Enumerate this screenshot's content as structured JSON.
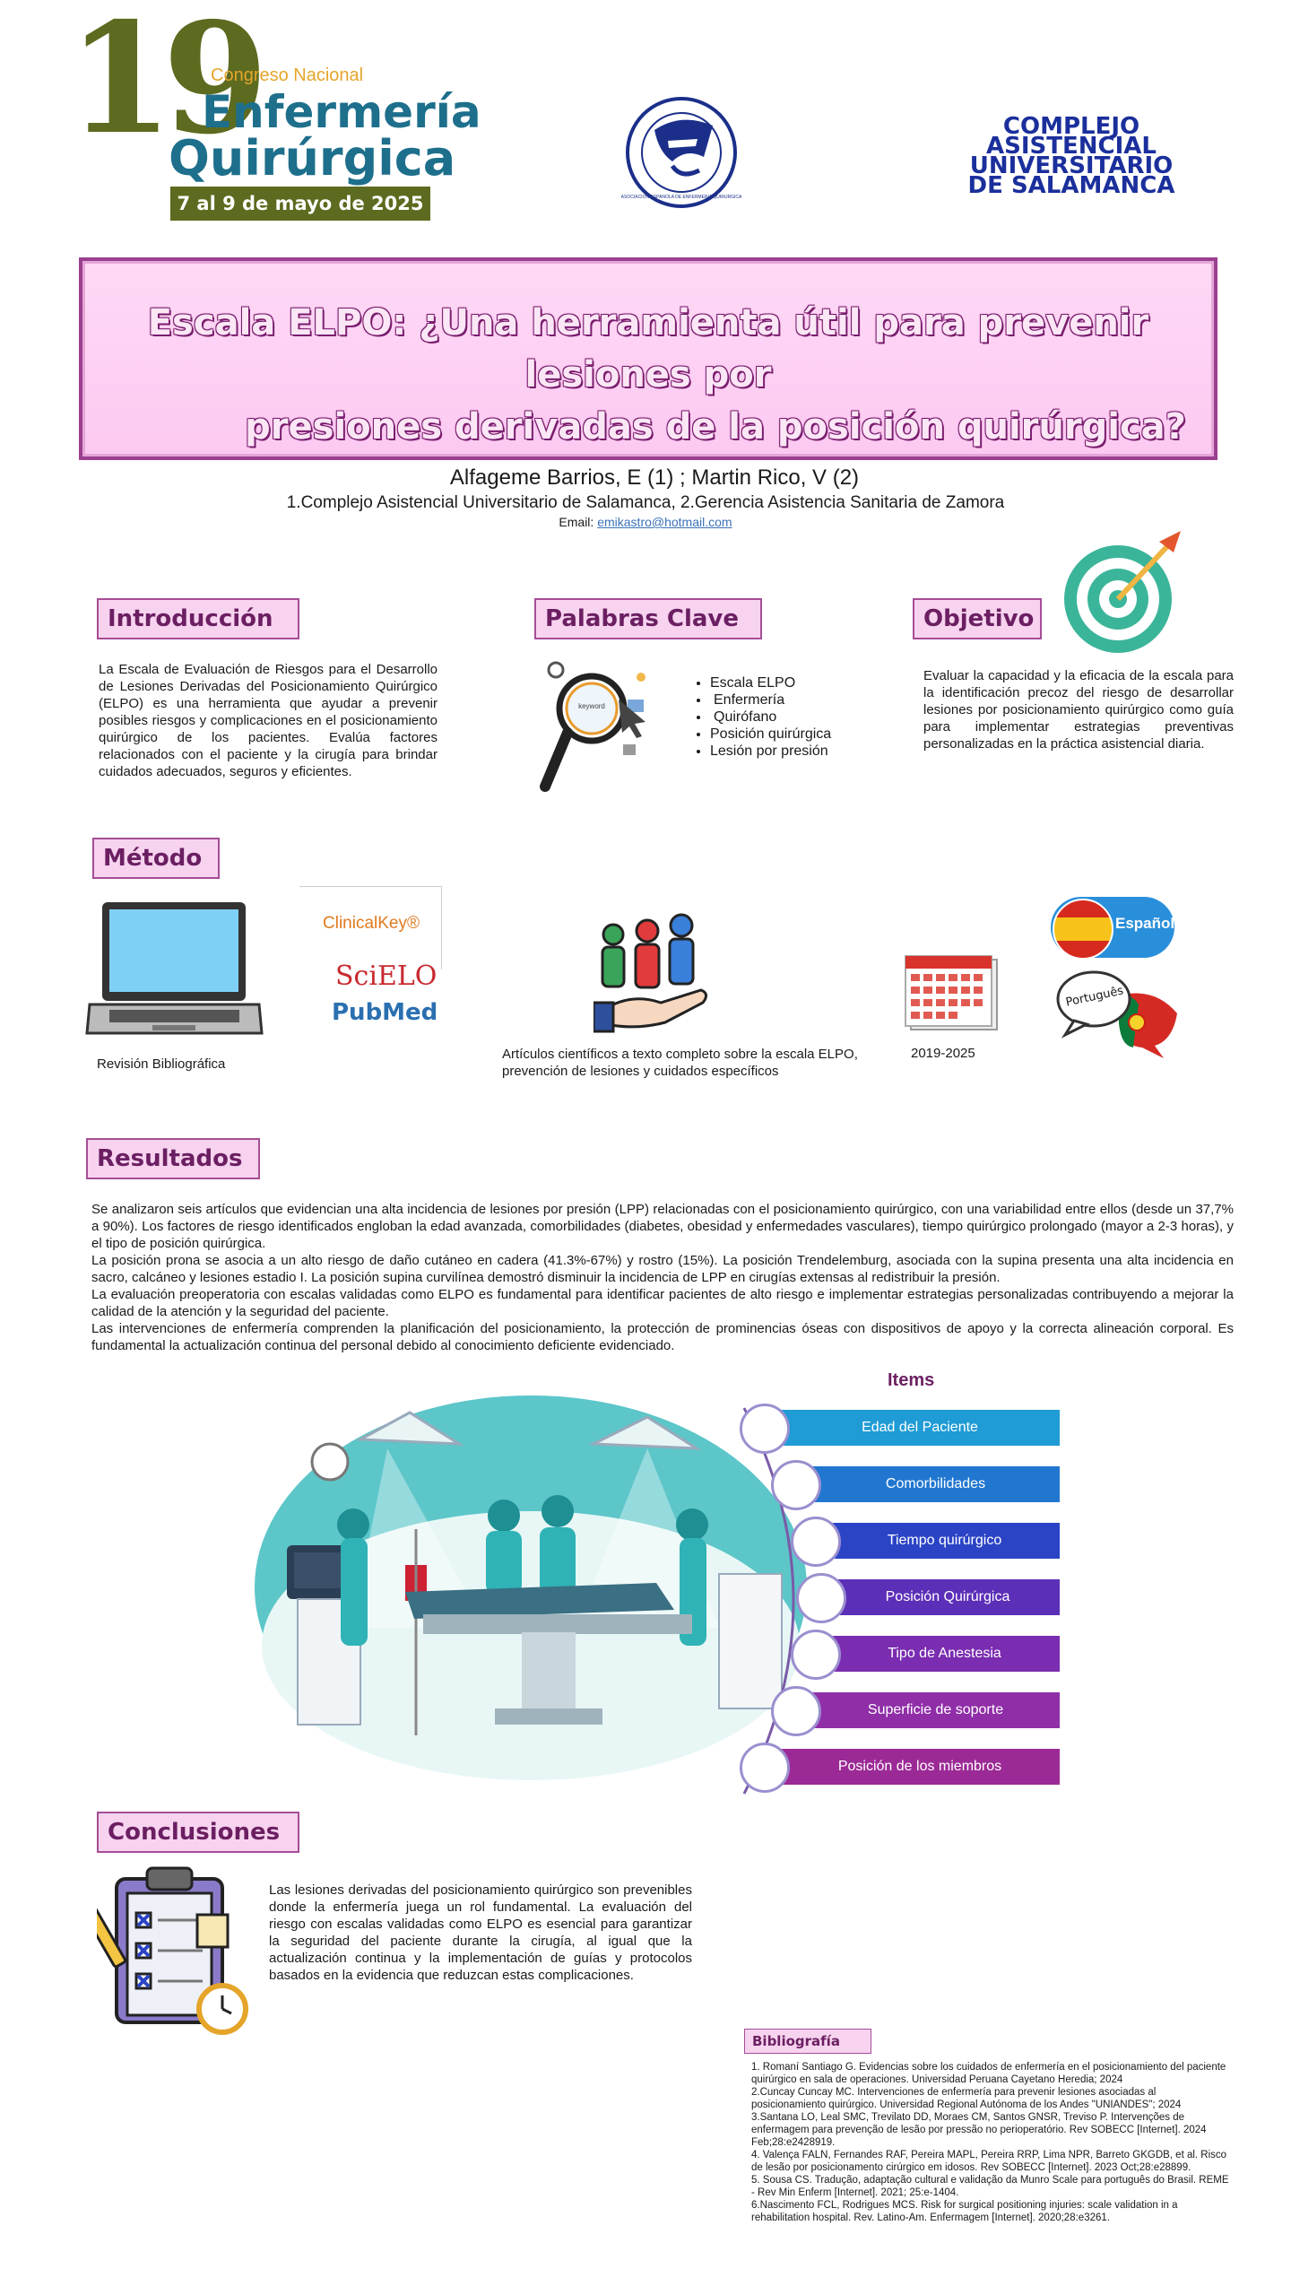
{
  "header": {
    "congress_number": "19",
    "congress_label": "Congreso Nacional",
    "congress_name_line1": "Enfermería",
    "congress_name_line2": "Quirúrgica",
    "congress_dates": "7 al 9 de mayo de 2025",
    "association_seal": "ASOCIACIÓN ESPAÑOLA DE ENFERMERÍA QUIRÚRGICA",
    "hospital_logo_lines": [
      "COMPLEJO",
      "ASISTENCIAL",
      "UNIVERSITARIO",
      "DE SALAMANCA"
    ]
  },
  "title": {
    "line1": "Escala ELPO: ¿Una herramienta útil para prevenir lesiones por",
    "line2": "presiones derivadas de la posición quirúrgica?"
  },
  "authors": {
    "names": "Alfageme Barrios, E (1) ; Martin Rico, V (2)",
    "affiliations": "1.Complejo Asistencial Universitario de Salamanca, 2.Gerencia Asistencia Sanitaria de Zamora",
    "email_label": "Email:",
    "email": "emikastro@hotmail.com"
  },
  "introduccion": {
    "heading": "Introducción",
    "text": "La Escala de Evaluación de Riesgos para el Desarrollo de Lesiones Derivadas del Posicionamiento Quirúrgico (ELPO) es una herramienta que ayudar a prevenir posibles riesgos y complicaciones en el posicionamiento quirúrgico de los pacientes. Evalúa factores relacionados con el paciente y la cirugía para brindar cuidados adecuados, seguros y eficientes."
  },
  "palabras_clave": {
    "heading": "Palabras Clave",
    "items": [
      "Escala ELPO",
      "Enfermería",
      "Quirófano",
      "Posición quirúrgica",
      "Lesión por presión"
    ],
    "icon_text": "keyword"
  },
  "objetivo": {
    "heading": "Objetivo",
    "text": "Evaluar la capacidad y la eficacia de la escala para la identificación precoz del riesgo de desarrollar lesiones por posicionamiento quirúrgico como guía para implementar estrategias preventivas personalizadas en la práctica asistencial diaria."
  },
  "metodo": {
    "heading": "Método",
    "revision": "Revisión Bibliográfica",
    "databases": [
      "ClinicalKey®",
      "SciELO",
      "PubMed"
    ],
    "articulos": "Artículos científicos a texto completo sobre la escala ELPO, prevención de lesiones y cuidados específicos",
    "years": "2019-2025",
    "lang_es": "Español",
    "lang_pt": "Português"
  },
  "resultados": {
    "heading": "Resultados",
    "paragraphs": [
      "Se analizaron seis artículos que evidencian una alta incidencia de lesiones por presión (LPP) relacionadas con el posicionamiento quirúrgico, con una variabilidad entre ellos (desde un 37,7% a 90%). Los factores de riesgo identificados engloban la edad avanzada, comorbilidades (diabetes, obesidad y enfermedades vasculares), tiempo quirúrgico prolongado (mayor a 2-3 horas), y el tipo de posición quirúrgica.",
      "La posición prona se asocia a un alto riesgo de daño cutáneo en cadera (41.3%-67%) y rostro (15%). La posición Trendelemburg, asociada con la supina presenta una alta incidencia en sacro, calcáneo y lesiones estadio I. La posición supina curvilínea demostró disminuir la incidencia de LPP en cirugías extensas al redistribuir la presión.",
      "La evaluación preoperatoria con escalas validadas como ELPO es fundamental para identificar pacientes de alto riesgo e implementar estrategias personalizadas contribuyendo a mejorar la calidad de la atención y la seguridad del paciente.",
      "Las intervenciones de enfermería comprenden la planificación del posicionamiento, la protección de prominencias óseas con dispositivos de apoyo y la correcta alineación corporal. Es fundamental la actualización continua del personal debido al conocimiento deficiente evidenciado."
    ],
    "items_title": "Items",
    "items": [
      {
        "label": "Edad del Paciente",
        "color": "#1f9bd6"
      },
      {
        "label": "Comorbilidades",
        "color": "#2177cf"
      },
      {
        "label": "Tiempo quirúrgico",
        "color": "#2b44c6"
      },
      {
        "label": "Posición Quirúrgica",
        "color": "#5c2fb8"
      },
      {
        "label": "Tipo de Anestesia",
        "color": "#7a2db0"
      },
      {
        "label": "Superficie de soporte",
        "color": "#902ea8"
      },
      {
        "label": "Posición de los miembros",
        "color": "#9c2a96"
      }
    ]
  },
  "conclusiones": {
    "heading": "Conclusiones",
    "text": "Las lesiones derivadas del posicionamiento quirúrgico son prevenibles donde la enfermería juega un rol fundamental. La evaluación del riesgo con escalas validadas como ELPO es esencial para garantizar la seguridad del paciente durante la cirugía, al igual que la actualización continua y la implementación de guías y protocolos basados en la evidencia que reduzcan estas complicaciones."
  },
  "bibliografia": {
    "heading": "Bibliografía",
    "refs": [
      "1. Romaní Santiago G. Evidencias sobre los cuidados de enfermería en el posicionamiento del paciente quirúrgico en sala de operaciones. Universidad Peruana Cayetano Heredia; 2024",
      "2.Cuncay Cuncay MC. Intervenciones de enfermería para prevenir lesiones asociadas al posicionamiento quirúrgico. Universidad Regional Autónoma de los Andes \"UNIANDES\"; 2024",
      "3.Santana LO, Leal SMC, Trevilato DD, Moraes CM, Santos GNSR, Treviso P. Intervenções de enfermagem para prevenção de lesão por pressão no perioperatório. Rev SOBECC [Internet]. 2024 Feb;28:e2428919.",
      "4. Valença FALN, Fernandes RAF, Pereira MAPL, Pereira RRP, Lima NPR, Barreto GKGDB, et al. Risco de lesão por posicionamento cirúrgico em idosos. Rev SOBECC [Internet]. 2023 Oct;28:e28899.",
      "5. Sousa CS. Tradução, adaptação cultural e validação da Munro Scale para português do Brasil. REME - Rev Min Enferm [Internet]. 2021; 25:e-1404.",
      "6.Nascimento FCL, Rodrigues MCS. Risk for surgical positioning injuries: scale validation in a rehabilitation hospital. Rev. Latino-Am. Enfermagem [Internet]. 2020;28:e3261."
    ]
  },
  "colors": {
    "heading_bg": "#f7d3ef",
    "heading_border": "#a64d96",
    "heading_text": "#6b1f62",
    "congress_green": "#5c6b1f",
    "congress_teal": "#1d6f8c",
    "hospital_blue": "#1b2f9c"
  }
}
